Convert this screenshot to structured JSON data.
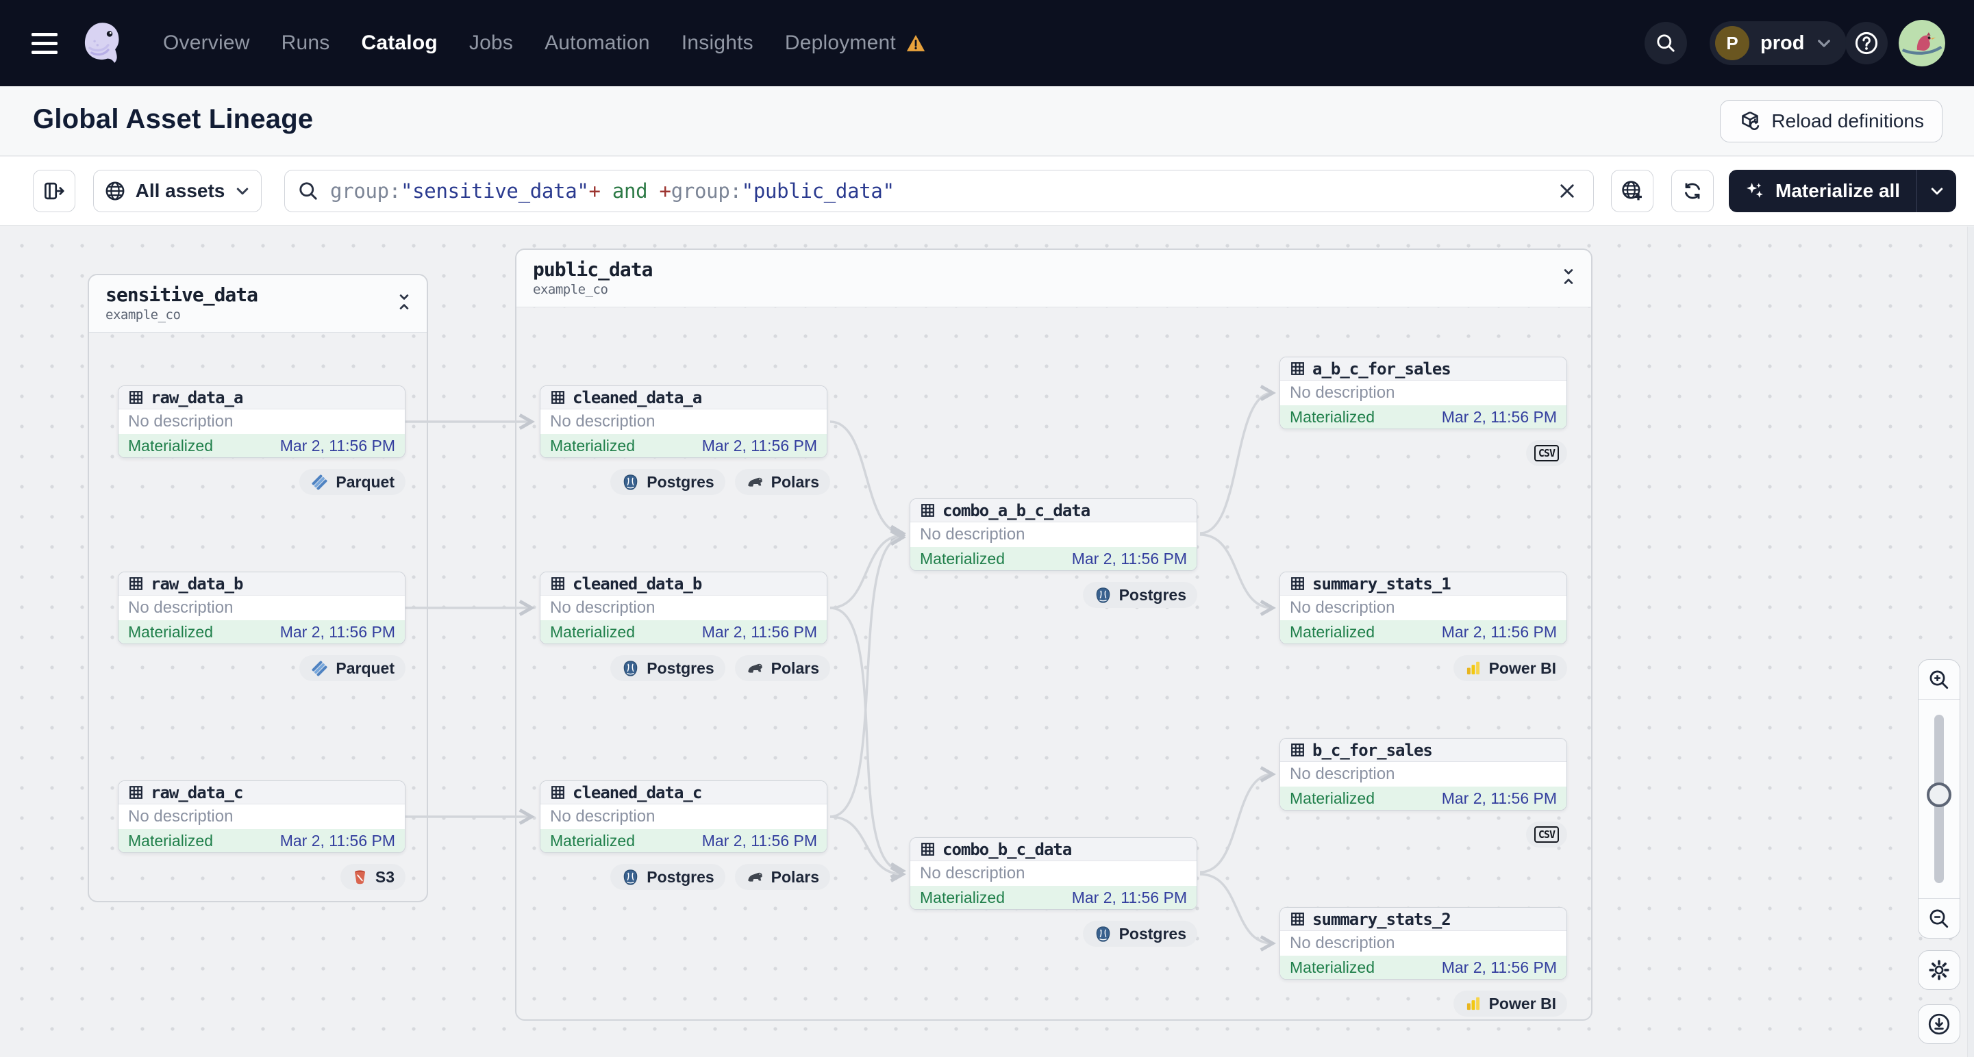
{
  "nav": {
    "items": [
      {
        "label": "Overview"
      },
      {
        "label": "Runs"
      },
      {
        "label": "Catalog"
      },
      {
        "label": "Jobs"
      },
      {
        "label": "Automation"
      },
      {
        "label": "Insights"
      },
      {
        "label": "Deployment"
      }
    ],
    "active_item": "Catalog",
    "deployment_has_warning": true,
    "env_pill": {
      "initial": "P",
      "name": "prod"
    }
  },
  "header": {
    "title": "Global Asset Lineage",
    "reload_button_label": "Reload definitions"
  },
  "toolbar": {
    "scope_button_label": "All assets",
    "search": {
      "segments": [
        {
          "text": "group:",
          "color": "#7c8596"
        },
        {
          "text": "\"sensitive_data\"",
          "color": "#2a3a8f"
        },
        {
          "text": "+",
          "color": "#9c3430"
        },
        {
          "text": " and ",
          "color": "#2d7a46"
        },
        {
          "text": "+",
          "color": "#9c3430"
        },
        {
          "text": "group:",
          "color": "#7c8596"
        },
        {
          "text": "\"public_data\"",
          "color": "#2a3a8f"
        }
      ]
    },
    "materialize_button_label": "Materialize all"
  },
  "graph": {
    "groups": [
      {
        "name": "sensitive_data",
        "location": "example_co"
      },
      {
        "name": "public_data",
        "location": "example_co"
      }
    ],
    "nodes": [
      {
        "name": "raw_data_a",
        "description": "No description",
        "status": "Materialized",
        "timestamp": "Mar 2, 11:56 PM",
        "badges": [
          "Parquet"
        ]
      },
      {
        "name": "raw_data_b",
        "description": "No description",
        "status": "Materialized",
        "timestamp": "Mar 2, 11:56 PM",
        "badges": [
          "Parquet"
        ]
      },
      {
        "name": "raw_data_c",
        "description": "No description",
        "status": "Materialized",
        "timestamp": "Mar 2, 11:56 PM",
        "badges": [
          "S3"
        ]
      },
      {
        "name": "cleaned_data_a",
        "description": "No description",
        "status": "Materialized",
        "timestamp": "Mar 2, 11:56 PM",
        "badges": [
          "Postgres",
          "Polars"
        ]
      },
      {
        "name": "cleaned_data_b",
        "description": "No description",
        "status": "Materialized",
        "timestamp": "Mar 2, 11:56 PM",
        "badges": [
          "Postgres",
          "Polars"
        ]
      },
      {
        "name": "cleaned_data_c",
        "description": "No description",
        "status": "Materialized",
        "timestamp": "Mar 2, 11:56 PM",
        "badges": [
          "Postgres",
          "Polars"
        ]
      },
      {
        "name": "combo_a_b_c_data",
        "description": "No description",
        "status": "Materialized",
        "timestamp": "Mar 2, 11:56 PM",
        "badges": [
          "Postgres"
        ]
      },
      {
        "name": "combo_b_c_data",
        "description": "No description",
        "status": "Materialized",
        "timestamp": "Mar 2, 11:56 PM",
        "badges": [
          "Postgres"
        ]
      },
      {
        "name": "a_b_c_for_sales",
        "description": "No description",
        "status": "Materialized",
        "timestamp": "Mar 2, 11:56 PM",
        "badges": [
          "CSV"
        ]
      },
      {
        "name": "summary_stats_1",
        "description": "No description",
        "status": "Materialized",
        "timestamp": "Mar 2, 11:56 PM",
        "badges": [
          "Power BI"
        ]
      },
      {
        "name": "b_c_for_sales",
        "description": "No description",
        "status": "Materialized",
        "timestamp": "Mar 2, 11:56 PM",
        "badges": [
          "CSV"
        ]
      },
      {
        "name": "summary_stats_2",
        "description": "No description",
        "status": "Materialized",
        "timestamp": "Mar 2, 11:56 PM",
        "badges": [
          "Power BI"
        ]
      }
    ]
  },
  "colors": {
    "topnav_bg": "#0c101f",
    "materialized_green": "#1f7f4a",
    "materialized_bg": "#e4f4ea",
    "timestamp_indigo": "#333e9e",
    "warning_orange": "#e8a23c",
    "materialize_button_bg": "#161c2e"
  }
}
